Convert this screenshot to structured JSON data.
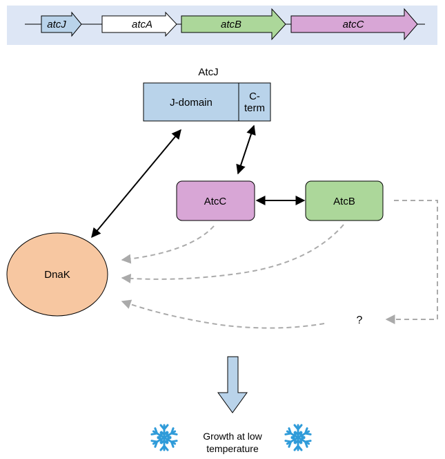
{
  "gene_cluster": {
    "genes": [
      {
        "name": "atcJ",
        "color": "#b9d3ea"
      },
      {
        "name": "atcA",
        "color": "#ffffff"
      },
      {
        "name": "atcB",
        "color": "#acd79a"
      },
      {
        "name": "atcC",
        "color": "#d8a6d6"
      }
    ],
    "background": "#dde6f5"
  },
  "atcj": {
    "title": "AtcJ",
    "domain_label": "J-domain",
    "cterm_label": "C-\nterm",
    "color": "#b9d3ea"
  },
  "nodes": {
    "atcc": {
      "label": "AtcC",
      "color": "#d8a6d6"
    },
    "atcb": {
      "label": "AtcB",
      "color": "#acd79a"
    },
    "dnak": {
      "label": "DnaK",
      "color": "#f7c7a1"
    },
    "unknown": {
      "label": "?"
    }
  },
  "outcome": {
    "label": "Growth at low temperature",
    "arrow_color": "#b9d3ea",
    "snowflake_color": "#2f9bd9"
  }
}
